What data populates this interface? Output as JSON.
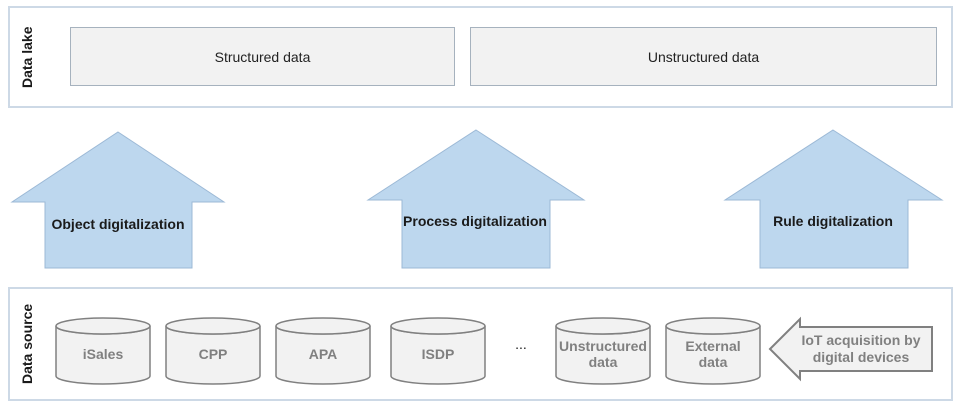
{
  "data_lake": {
    "label": "Data lake",
    "items": [
      "Structured data",
      "Unstructured data"
    ]
  },
  "arrows": [
    "Object digitalization",
    "Process digitalization",
    "Rule digitalization"
  ],
  "data_source": {
    "label": "Data source",
    "cylinders": [
      {
        "lines": [
          "iSales"
        ]
      },
      {
        "lines": [
          "CPP"
        ]
      },
      {
        "lines": [
          "APA"
        ]
      },
      {
        "lines": [
          "ISDP"
        ]
      },
      {
        "lines": [
          "Unstructured",
          "data"
        ]
      },
      {
        "lines": [
          "External",
          "data"
        ]
      }
    ],
    "ellipsis": "...",
    "iot": [
      "IoT acquisition by",
      "digital devices"
    ]
  },
  "colors": {
    "panel_border": "#cdd9e6",
    "arrow_fill": "#bdd7ee",
    "box_fill": "#f2f2f2",
    "cylinder_text": "#808080"
  }
}
